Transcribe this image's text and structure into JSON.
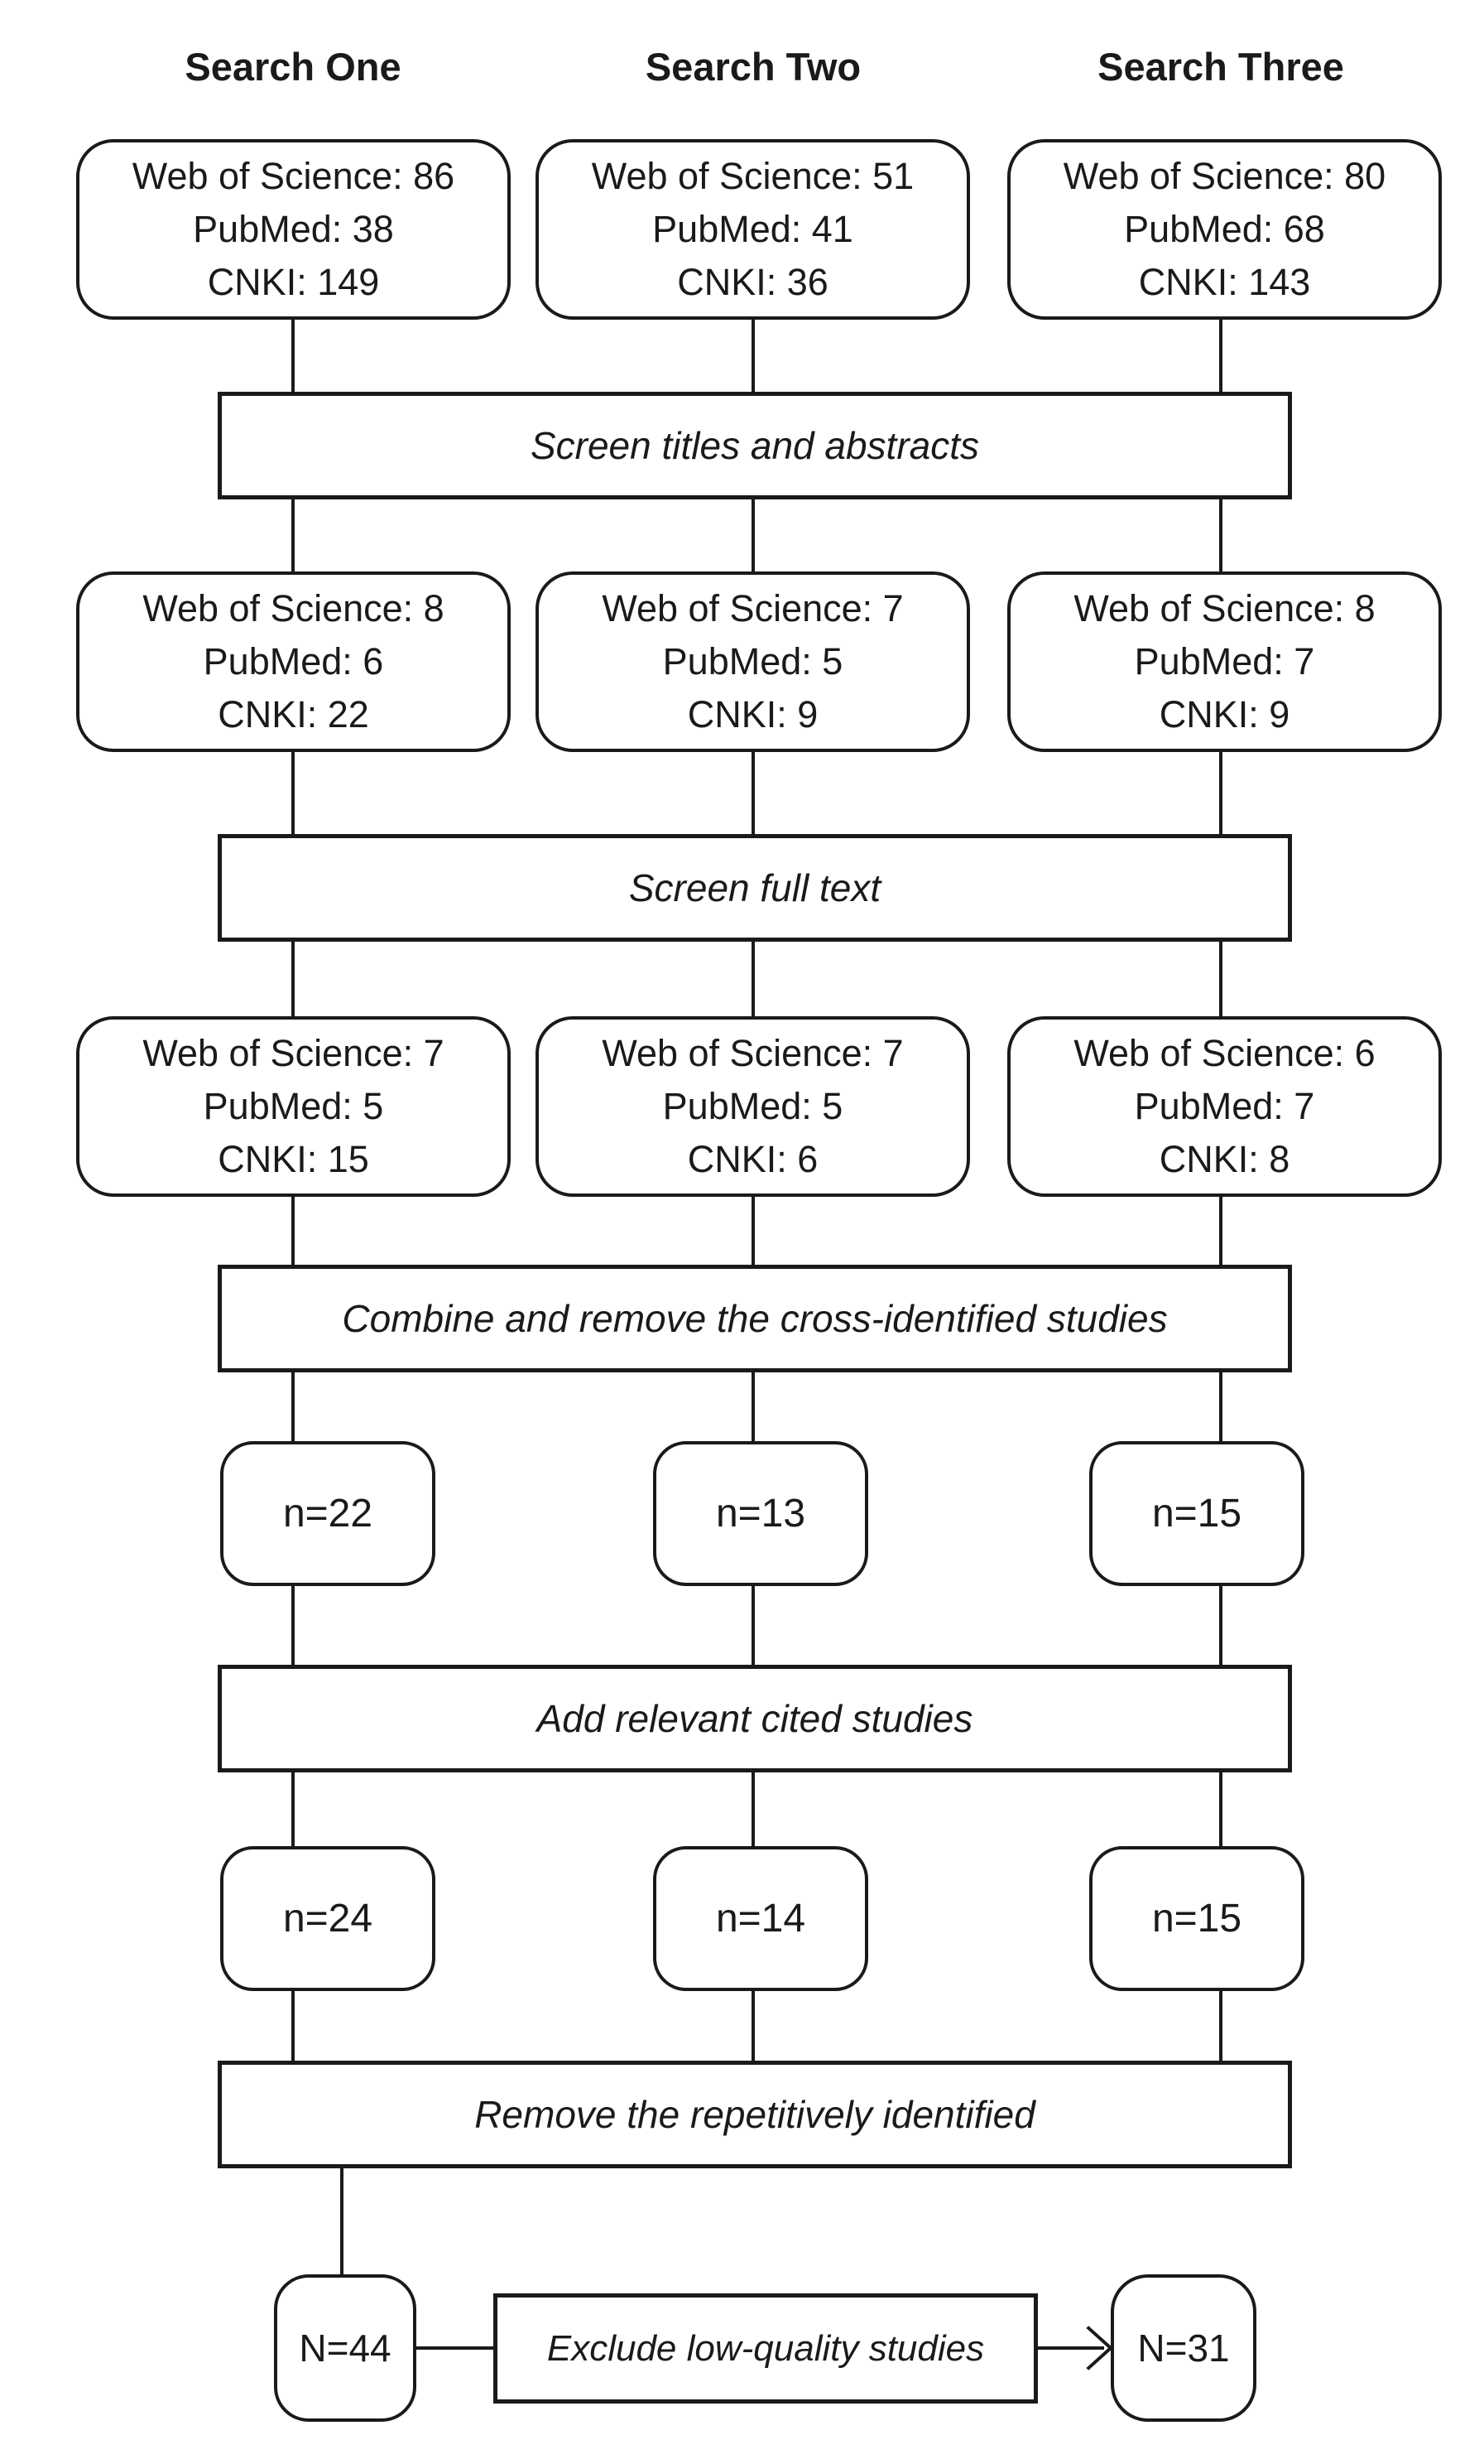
{
  "diagram": {
    "type": "flowchart",
    "colors": {
      "line": "#1a1a1a",
      "text": "#1a1a1a",
      "background": "#ffffff"
    },
    "headers": [
      "Search One",
      "Search Two",
      "Search Three"
    ],
    "identified": [
      [
        "Web of Science: 86",
        "PubMed: 38",
        "CNKI: 149"
      ],
      [
        "Web of Science: 51",
        "PubMed: 41",
        "CNKI: 36"
      ],
      [
        "Web of Science: 80",
        "PubMed: 68",
        "CNKI: 143"
      ]
    ],
    "after_title_abstract_screen": [
      [
        "Web of Science: 8",
        "PubMed: 6",
        "CNKI: 22"
      ],
      [
        "Web of Science: 7",
        "PubMed: 5",
        "CNKI: 9"
      ],
      [
        "Web of Science: 8",
        "PubMed: 7",
        "CNKI: 9"
      ]
    ],
    "after_full_text_screen": [
      [
        "Web of Science: 7",
        "PubMed: 5",
        "CNKI: 15"
      ],
      [
        "Web of Science: 7",
        "PubMed: 5",
        "CNKI: 6"
      ],
      [
        "Web of Science: 6",
        "PubMed: 7",
        "CNKI: 8"
      ]
    ],
    "after_combine_counts": [
      "n=22",
      "n=13",
      "n=15"
    ],
    "after_add_cited_counts": [
      "n=24",
      "n=14",
      "n=15"
    ],
    "total_count": "N=44",
    "final_count": "N=31",
    "steps": {
      "screen_titles": "Screen titles and abstracts",
      "screen_full_text": "Screen full text",
      "combine": "Combine and remove the cross-identified studies",
      "add_cited": "Add relevant cited studies",
      "remove_repetitive": "Remove the repetitively identified",
      "exclude_low_quality": "Exclude low-quality studies"
    }
  }
}
